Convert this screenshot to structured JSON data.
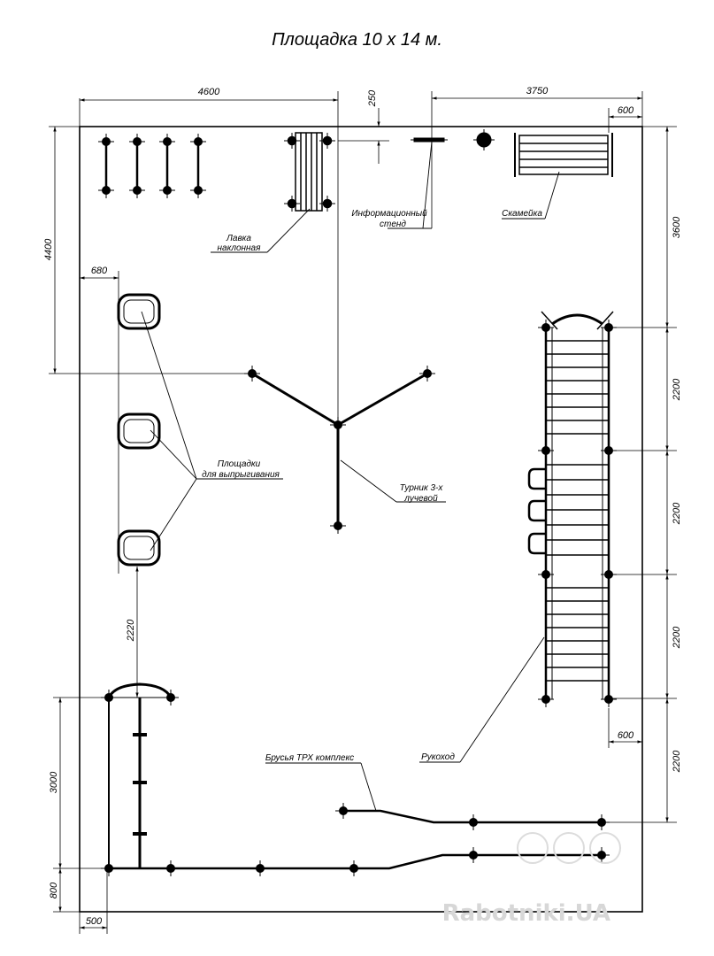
{
  "title": "Площадка 10 х 14 м.",
  "dimensions": {
    "top_left": "4600",
    "top_small": "250",
    "top_right": "3750",
    "top_right_small": "600",
    "left_upper": "4400",
    "left_inner": "680",
    "mid_vertical": "2220",
    "left_lower": "3000",
    "left_bottom": "800",
    "bottom": "500",
    "right_top": "3600",
    "right_1": "2200",
    "right_2": "2200",
    "right_3": "2200",
    "right_4": "2200",
    "right_small": "600"
  },
  "labels": {
    "bench_incline_1": "Лавка",
    "bench_incline_2": "наклонная",
    "info_stand_1": "Информационный",
    "info_stand_2": "стенд",
    "bench": "Скамейка",
    "jump_pads_1": "Площадки",
    "jump_pads_2": "для выпрыгивания",
    "pullup_bar_1": "Турник 3-х",
    "pullup_bar_2": "лучевой",
    "parallel_bars": "Брусья ТРХ комплекс",
    "monkey_bars": "Рукоход"
  },
  "watermark": "Rabotniki.UA"
}
